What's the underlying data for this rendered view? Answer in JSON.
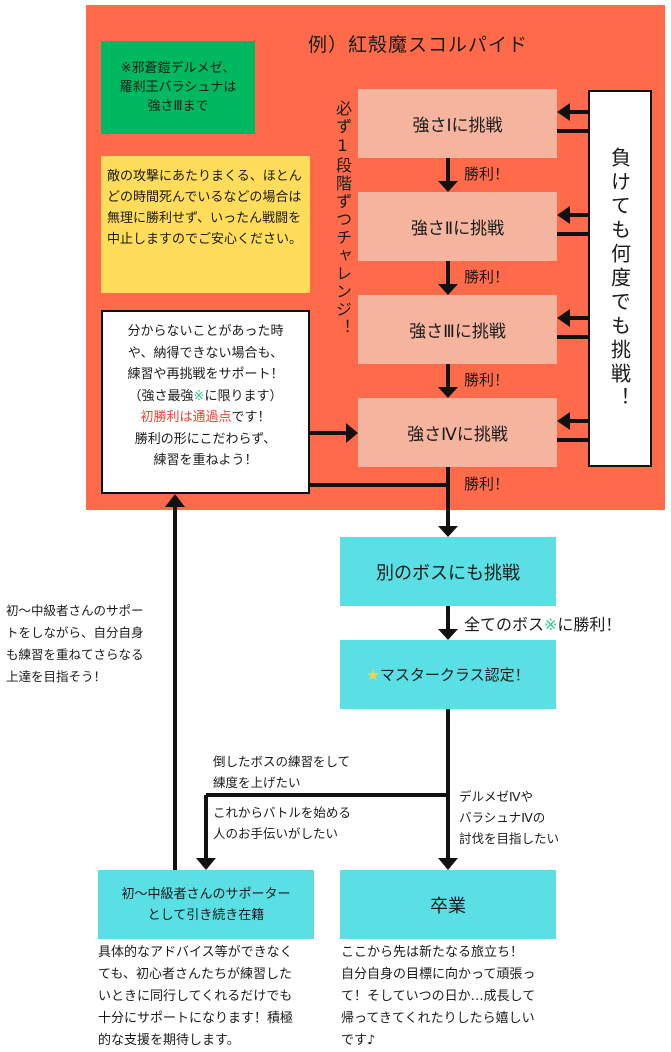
{
  "panel": {
    "title": "例）紅殻魔スコルパイド",
    "vertical_note": "必ず1段階ずつチャレンジ！",
    "green_note": [
      "※邪蒼鎧デルメゼ、",
      "羅刹王バラシュナは",
      "強さⅢまで"
    ],
    "yellow_note": "敵の攻撃にあたりまくる、ほとんどの時間死んでいるなどの場合は無理に勝利せず、いったん戦闘を中止しますのでご安心ください。",
    "support_box": {
      "line1": "分からないことがあった時",
      "line2": "や、納得できない場合も、",
      "line3": "練習や再挑戦をサポート！",
      "line4_pre": "（強さ最強",
      "line4_mark": "※",
      "line4_post": "に限ります）",
      "line5_red": "初勝利は通過点",
      "line5_post": "です！",
      "line6": "勝利の形にこだわらず、",
      "line7": "練習を重ねよう！"
    },
    "steps": [
      {
        "label": "強さⅠに挑戦"
      },
      {
        "label": "強さⅡに挑戦"
      },
      {
        "label": "強さⅢに挑戦"
      },
      {
        "label": "強さⅣに挑戦"
      }
    ],
    "win_label": "勝利！",
    "retry_box": "負けても何度でも挑戦！"
  },
  "flow": {
    "other_boss": "別のボスにも挑戦",
    "all_boss_pre": "全てのボス",
    "all_boss_mark": "※",
    "all_boss_post": "に勝利！",
    "master_star": "★",
    "master": "マスタークラス認定！",
    "branch_practice": [
      "倒したボスの練習をして",
      "練度を上げたい"
    ],
    "branch_help": [
      "これからバトルを始める",
      "人のお手伝いがしたい"
    ],
    "branch_graduate": [
      "デルメゼⅣや",
      "バラシュナⅣの",
      "討伐を目指したい"
    ],
    "left_note": [
      "初～中級者さんのサポー",
      "トをしながら、自分自身",
      "も練習を重ねてさらなる",
      "上達を目指そう！"
    ],
    "supporter_box": [
      "初～中級者さんのサポーター",
      "として引き続き在籍"
    ],
    "supporter_desc": [
      "具体的なアドバイス等ができなく",
      "ても、初心者さんたちが練習した",
      "いときに同行してくれるだけでも",
      "十分にサポートになります！積極",
      "的な支援を期待します。"
    ],
    "graduate_box": "卒業",
    "graduate_desc": [
      "ここから先は新たなる旅立ち！",
      "自分自身の目標に向かって頑張っ",
      "て！そしていつの日か…成長して",
      "帰ってきてくれたりしたら嬉しい",
      "です♪"
    ]
  },
  "colors": {
    "panel": "#ff6b4a",
    "green": "#00b860",
    "yellow": "#ffdc5a",
    "pink": "#f4b49e",
    "cyan": "#5ae0e4",
    "red_text": "#ee4433",
    "teal_mark": "#2ecc88",
    "star": "#f7d23c"
  }
}
